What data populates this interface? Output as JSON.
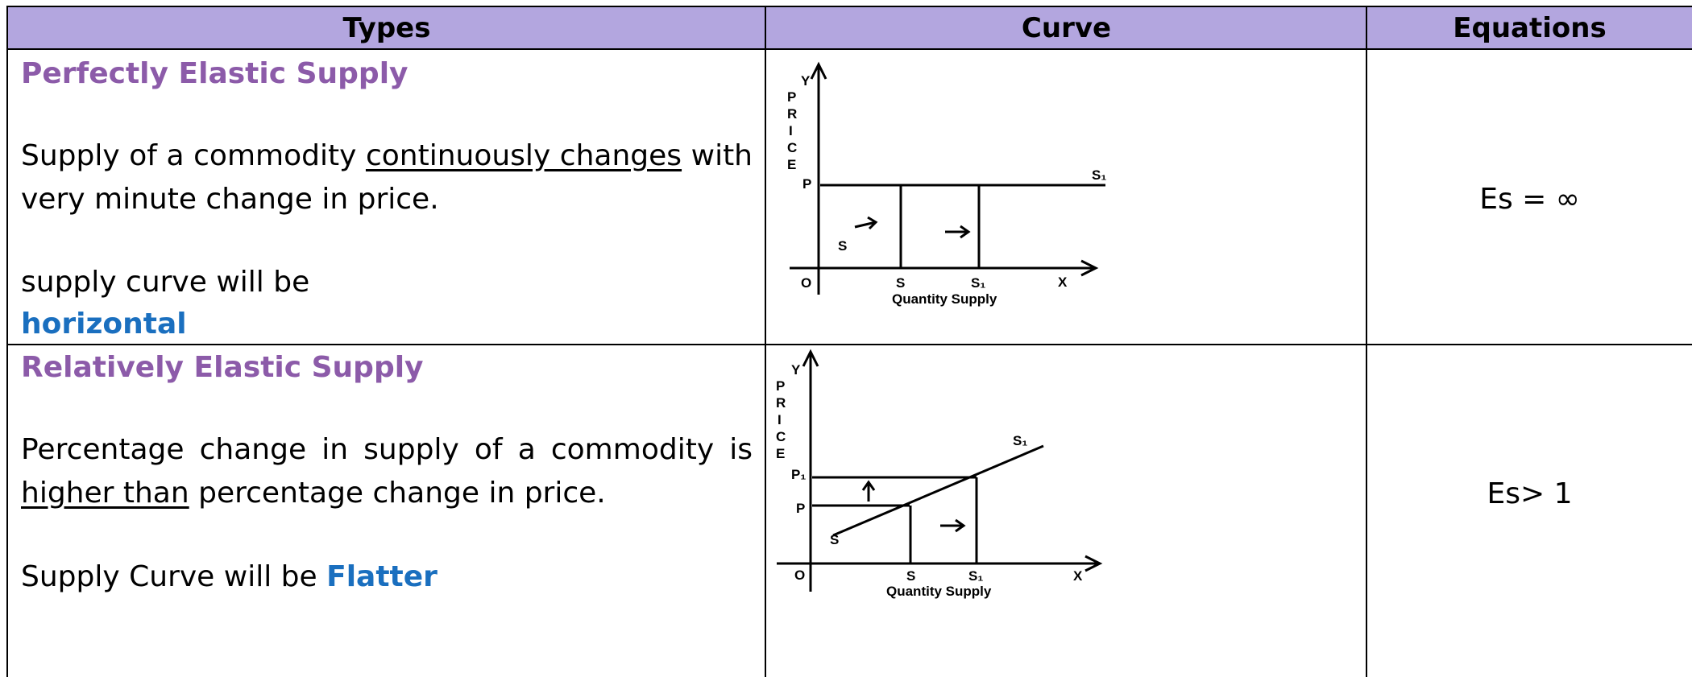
{
  "table": {
    "headers": {
      "types": "Types",
      "curve": "Curve",
      "equations": "Equations"
    },
    "rows": [
      {
        "title": "Perfectly Elastic Supply",
        "desc_pre": "Supply of a commodity ",
        "desc_underline": "continuously changes",
        "desc_post": " with very minute change in price.",
        "curve_pre": "supply curve will be",
        "curve_word": "horizontal",
        "equation": "Es = ∞"
      },
      {
        "title": "Relatively Elastic Supply",
        "desc_pre": "Percentage change in supply of a commodity is ",
        "desc_underline": "higher than",
        "desc_post": " percentage change in price.",
        "curve_pre": "Supply Curve will be ",
        "curve_word": "Flatter",
        "equation": "Es> 1"
      }
    ]
  },
  "graph1": {
    "y": "Y",
    "p1": "P",
    "p2": "R",
    "p3": "I",
    "p4": "C",
    "p5": "E",
    "price": "P",
    "curve_label": "S₁",
    "area_label": "S",
    "origin": "O",
    "x": "X",
    "tick_s": "S",
    "tick_s1": "S₁",
    "xlabel": "Quantity Supply"
  },
  "graph2": {
    "y": "Y",
    "p1": "P",
    "p2": "R",
    "p3": "I",
    "p4": "C",
    "p5": "E",
    "price": "P",
    "price1": "P₁",
    "curve_label": "S₁",
    "curve_start": "S",
    "origin": "O",
    "x": "X",
    "tick_s": "S",
    "tick_s1": "S₁",
    "xlabel": "Quantity Supply"
  }
}
